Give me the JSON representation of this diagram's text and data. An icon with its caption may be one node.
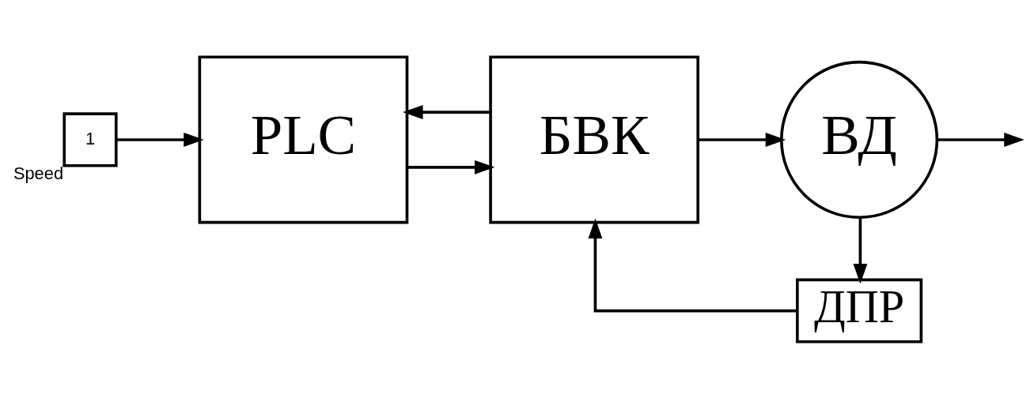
{
  "diagram": {
    "nodes": [
      {
        "text": [
          "1"
        ],
        "beside": [
          "Speed"
        ]
      },
      {
        "text": [
          "PLC"
        ]
      },
      {
        "text": [
          "БВК"
        ]
      },
      {
        "text": [
          "ВД"
        ]
      },
      {
        "text": [
          "ДПР"
        ]
      }
    ],
    "edges": [
      {
        "from": 0,
        "to": 1,
        "arrow": "to"
      },
      {
        "from": 1,
        "to": 2,
        "arrow": "to"
      },
      {
        "from": 2,
        "to": 3,
        "arrow": "to"
      },
      {
        "from": 3,
        "to": null,
        "arrow": "to"
      },
      {
        "from": 3,
        "to": 4,
        "arrow": "to"
      },
      {
        "from": 4,
        "to": 2,
        "arrow": "to"
      },
      {
        "from": 2,
        "to": 1,
        "arrow": "to"
      }
    ]
  }
}
